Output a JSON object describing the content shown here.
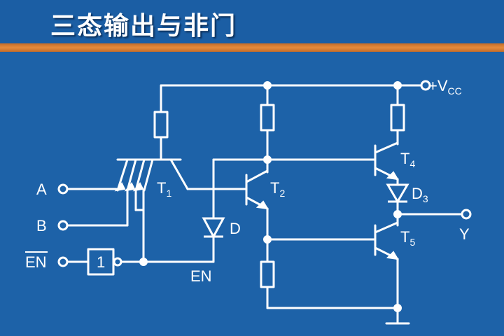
{
  "title": "三态输出与非门",
  "labels": {
    "vcc": "+V",
    "vcc_sub": "CC",
    "input_a": "A",
    "input_b": "B",
    "input_en": "EN",
    "inverter": "1",
    "t1": "T",
    "t1_sub": "1",
    "t2": "T",
    "t2_sub": "2",
    "t4": "T",
    "t4_sub": "4",
    "t5": "T",
    "t5_sub": "5",
    "d3": "D",
    "d3_sub": "3",
    "d": "D",
    "en_label": "EN",
    "output_y": "Y"
  },
  "colors": {
    "background": "#1d62a8",
    "stripe": "#e58a3b",
    "wire": "#ffffff"
  }
}
